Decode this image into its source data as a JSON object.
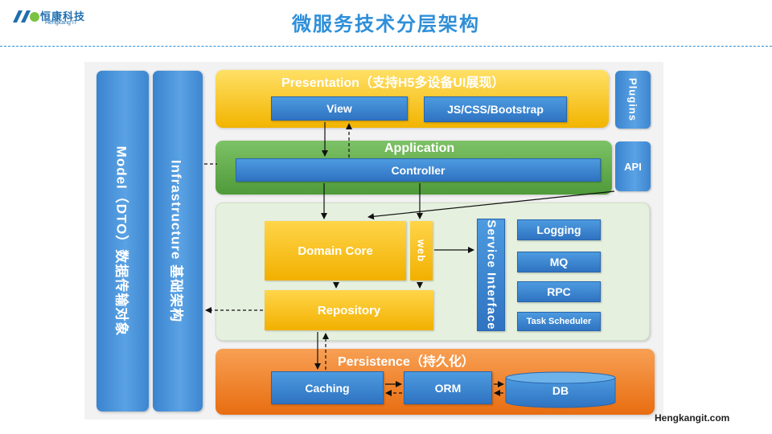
{
  "logo": {
    "name_cn": "恒康科技",
    "name_en": "Hengkang IT"
  },
  "title": "微服务技术分层架构",
  "columns": {
    "model": "Model（DTO）数据传输对象",
    "infrastructure": "Infrastructure  基础架构"
  },
  "presentation": {
    "title": "Presentation（支持H5多设备UI展现）",
    "view": "View",
    "assets": "JS/CSS/Bootstrap"
  },
  "application": {
    "title": "Application",
    "controller": "Controller"
  },
  "domain": {
    "core": "Domain Core",
    "web": "web",
    "repository": "Repository",
    "service_interface": "Service Interface",
    "services": [
      "Logging",
      "MQ",
      "RPC",
      "Task Scheduler"
    ]
  },
  "persistence": {
    "title": "Persistence（持久化）",
    "caching": "Caching",
    "orm": "ORM",
    "db": "DB"
  },
  "side": {
    "plugins": "Plugins",
    "api": "API"
  },
  "watermark": "Hengkangit.com",
  "colors": {
    "title": "#2f8fd8",
    "presentation": "#f2b400",
    "application": "#4f9a3a",
    "domain_bg": "#e6f0df",
    "persistence": "#e86d10",
    "component": "#2f73c1"
  }
}
